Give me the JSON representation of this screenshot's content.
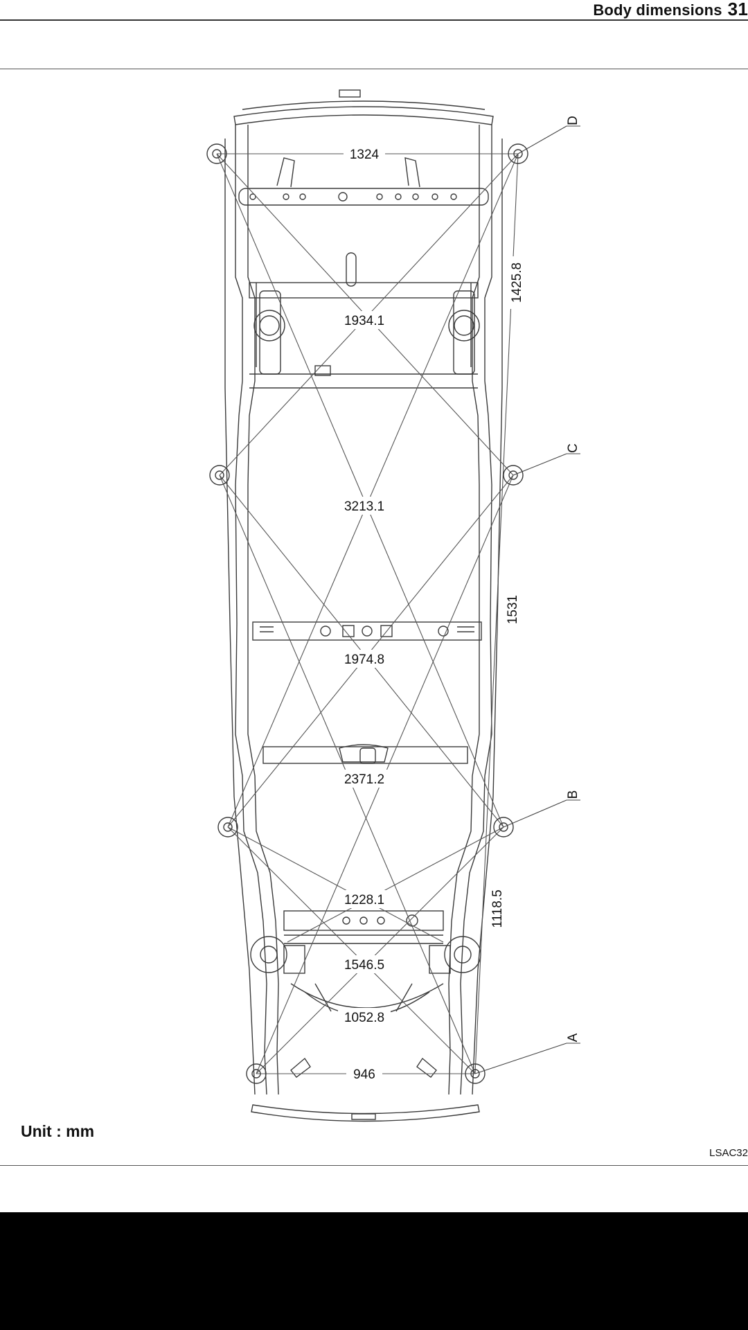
{
  "header": {
    "title": "Body dimensions",
    "page": "31"
  },
  "unit_label": "Unit : mm",
  "figure_code": "LSAC32",
  "points": {
    "a": "A",
    "b": "B",
    "c": "C",
    "d": "D"
  },
  "dimensions": {
    "front_width": "1324",
    "front_diag": "1934.1",
    "long_diag": "3213.1",
    "mid_diag": "1974.8",
    "rear_long_diag": "2371.2",
    "rear_diag_a": "1228.1",
    "rear_diag_b": "1546.5",
    "rear_diag_c": "1052.8",
    "rear_width": "946",
    "side_d_c": "1425.8",
    "side_c_b": "1531",
    "side_b_a": "1118.5"
  }
}
